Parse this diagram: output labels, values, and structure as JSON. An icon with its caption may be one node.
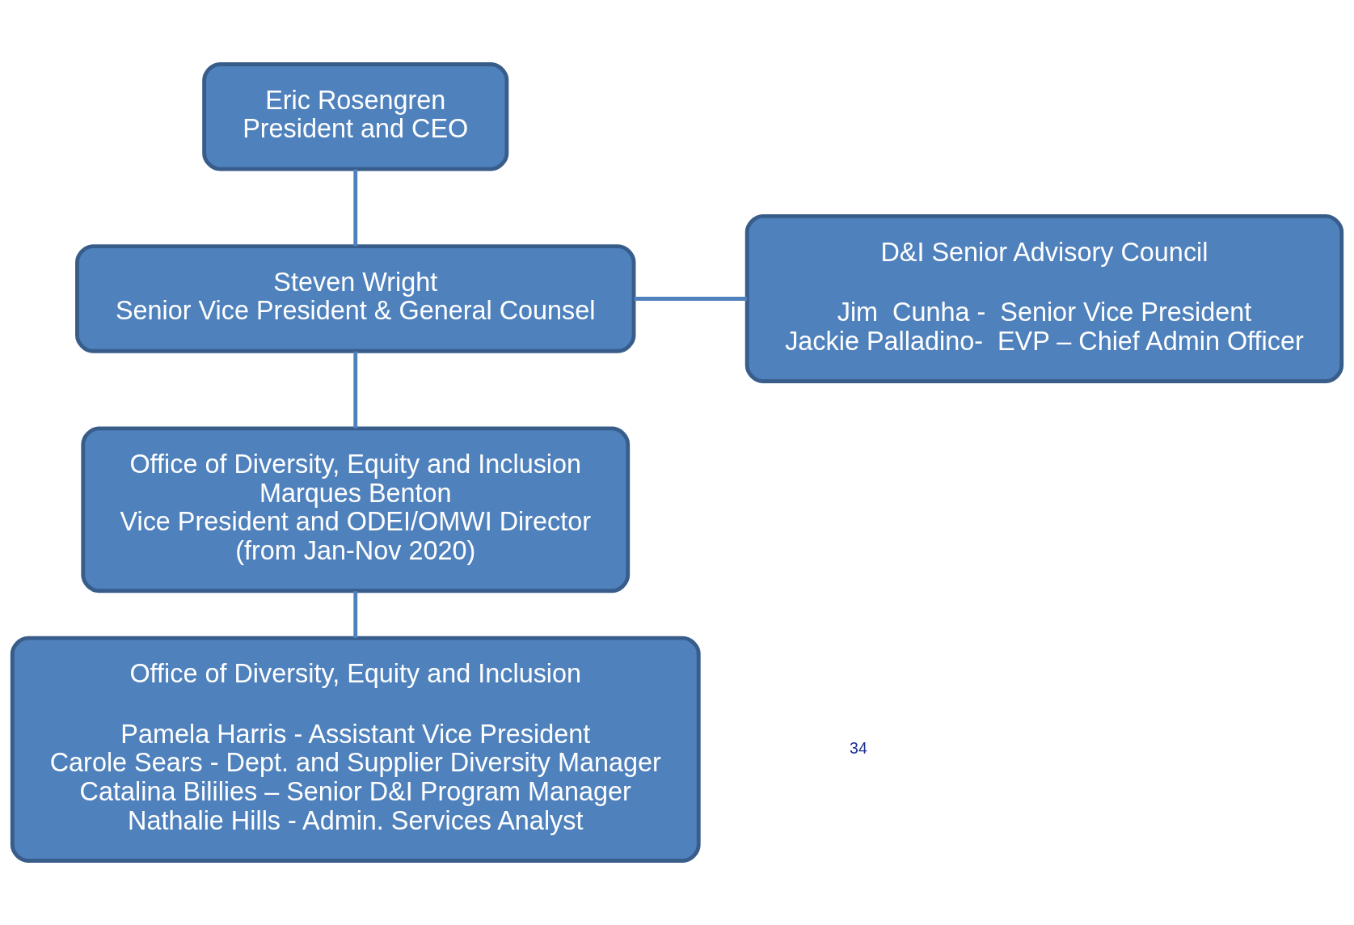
{
  "diagram": {
    "nodes": [
      {
        "text": [
          "Eric Rosengren",
          "President and CEO"
        ]
      },
      {
        "text": [
          "Steven Wright",
          "Senior Vice President & General Counsel"
        ]
      },
      {
        "text": [
          "D&I Senior Advisory Council",
          "Jim  Cunha -  Senior Vice President",
          "Jackie Palladino-  EVP – Chief Admin Officer"
        ]
      },
      {
        "text": [
          "Office of Diversity, Equity and Inclusion",
          "Marques Benton",
          "Vice President and ODEI/OMWI Director",
          "(from Jan-Nov 2020)"
        ]
      },
      {
        "text": [
          "Office of Diversity, Equity and Inclusion",
          "Pamela Harris - Assistant Vice President",
          "Carole Sears - Dept. and Supplier Diversity Manager",
          "Catalina Bililies – Senior D&I Program Manager",
          "Nathalie Hills - Admin. Services Analyst"
        ]
      }
    ],
    "edges": [
      {
        "from": 0,
        "to": 1,
        "arrow": "none"
      },
      {
        "from": 1,
        "to": 2,
        "arrow": "none"
      },
      {
        "from": 1,
        "to": 3,
        "arrow": "none"
      },
      {
        "from": 3,
        "to": 4,
        "arrow": "none"
      }
    ],
    "labels": [
      "34"
    ]
  }
}
